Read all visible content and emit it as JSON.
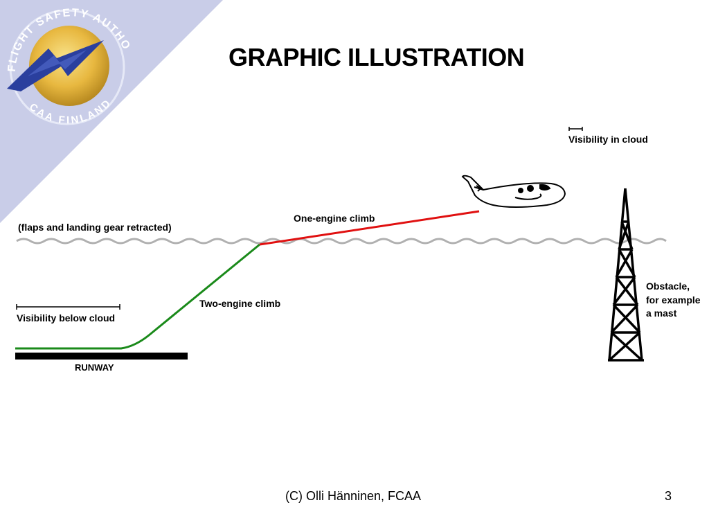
{
  "slide": {
    "title": "GRAPHIC ILLUSTRATION",
    "footer": "(C) Olli Hänninen, FCAA",
    "page_number": "3"
  },
  "logo": {
    "ring_top_text": "FLIGHT SAFETY AUTHORITY",
    "ring_bottom_text": "CAA FINLAND",
    "colors": {
      "background": "#c9cde8",
      "ring": "#eef0fa",
      "sun": "#e8b840",
      "bolt": "#2a3f9e"
    }
  },
  "diagram": {
    "labels": {
      "cloud_base_note": "(flaps and landing gear retracted)",
      "one_engine_climb": "One-engine climb",
      "two_engine_climb": "Two-engine climb",
      "visibility_in_cloud": "Visibility in cloud",
      "visibility_below_cloud": "Visibility below cloud",
      "runway": "RUNWAY",
      "obstacle_line1": "Obstacle,",
      "obstacle_line2": "for example",
      "obstacle_line3": "a mast"
    },
    "colors": {
      "two_engine_climb": "#1a8a1a",
      "one_engine_climb": "#e01010",
      "cloud_base": "#b0b0b0",
      "runway": "#000000"
    }
  }
}
